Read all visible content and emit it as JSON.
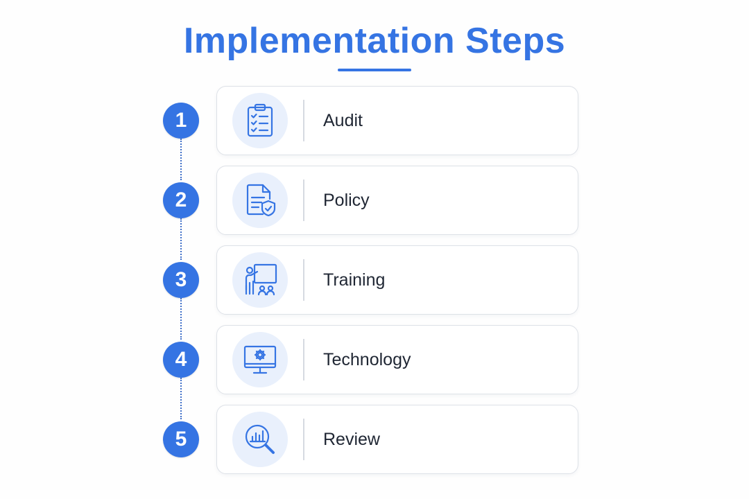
{
  "title": "Implementation Steps",
  "colors": {
    "accent": "#3574e3",
    "icon_bg": "#e9f0fc",
    "card_border": "#dde1e7",
    "text": "#1f2633"
  },
  "steps": [
    {
      "number": "1",
      "label": "Audit",
      "icon": "clipboard-checklist-icon"
    },
    {
      "number": "2",
      "label": "Policy",
      "icon": "document-shield-icon"
    },
    {
      "number": "3",
      "label": "Training",
      "icon": "presentation-trainer-icon"
    },
    {
      "number": "4",
      "label": "Technology",
      "icon": "monitor-gear-icon"
    },
    {
      "number": "5",
      "label": "Review",
      "icon": "magnifier-chart-icon"
    }
  ]
}
